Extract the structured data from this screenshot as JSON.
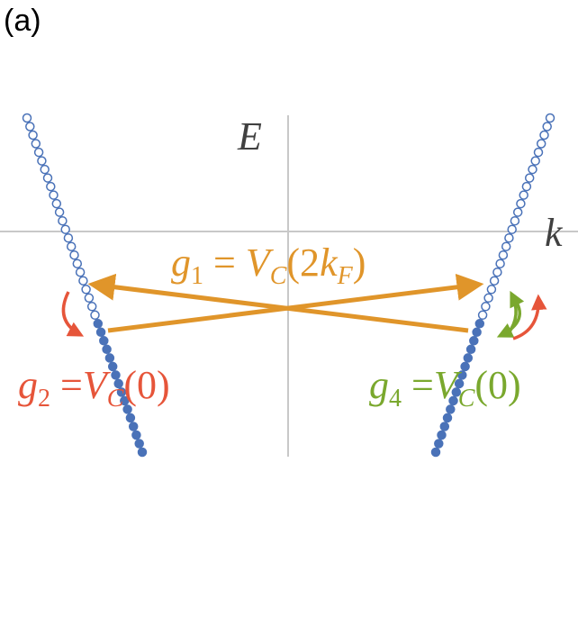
{
  "panel_label": "(a)",
  "axes": {
    "energy_label": "E",
    "momentum_label": "k"
  },
  "colors": {
    "band": "#4a72b8",
    "g1": "#e0952a",
    "g2": "#e6553a",
    "g4": "#7aa82e",
    "axis": "#c8c8c8",
    "axis_text": "#404040"
  },
  "couplings": {
    "g1": {
      "g": "g",
      "sub": "1",
      "eq": " = ",
      "V": "V",
      "Vsub": "C",
      "arg_open": "(2",
      "k": "k",
      "ksub": "F",
      "arg_close": ")"
    },
    "g2": {
      "g": "g",
      "sub": "2",
      "eq": " =",
      "V": "V",
      "Vsub": "C",
      "arg": "(0)"
    },
    "g4": {
      "g": "g",
      "sub": "4",
      "eq": " =",
      "V": "V",
      "Vsub": "C",
      "arg": "(0)"
    }
  }
}
